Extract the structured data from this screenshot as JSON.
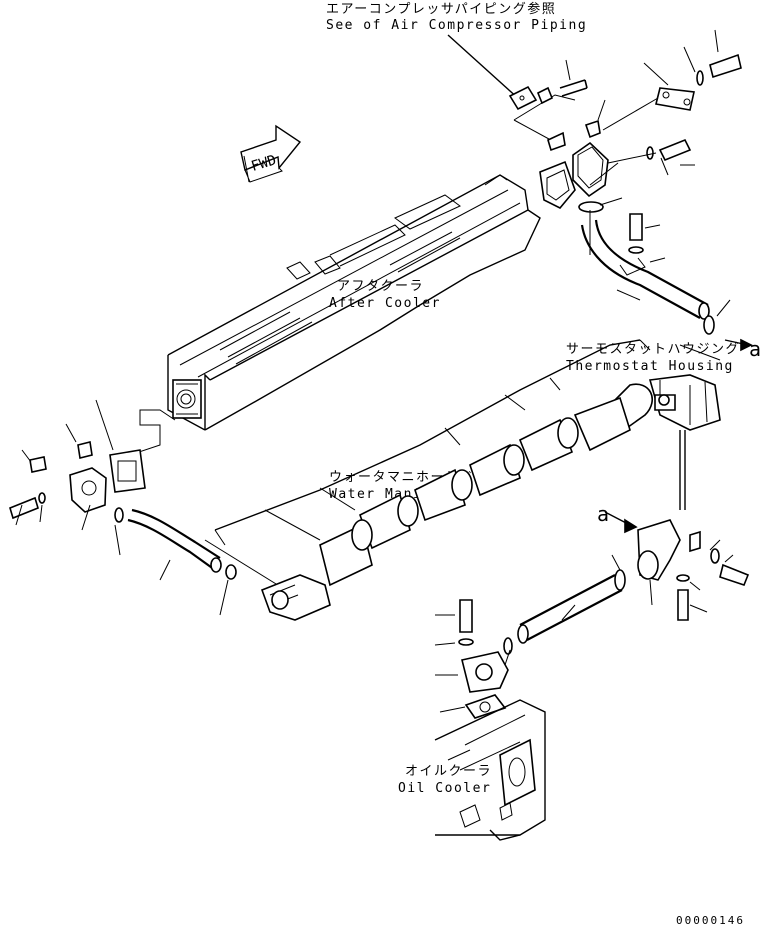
{
  "labels": {
    "air_compressor_jp": "エアーコンプレッサパイピング参照",
    "air_compressor_en": "See of Air Compressor Piping",
    "fwd": "FWD",
    "after_cooler_jp": "アフタクーラ",
    "after_cooler_en": "After Cooler",
    "thermostat_jp": "サーモスタットハウジング",
    "thermostat_en": "Thermostat Housing",
    "water_manifold_jp": "ウォータマニホールド",
    "water_manifold_en": "Water Manifold",
    "oil_cooler_jp": "オイルクーラ",
    "oil_cooler_en": "Oil Cooler",
    "ref_a_top": "a",
    "ref_a_mid": "a",
    "drawing_number": "00000146"
  }
}
